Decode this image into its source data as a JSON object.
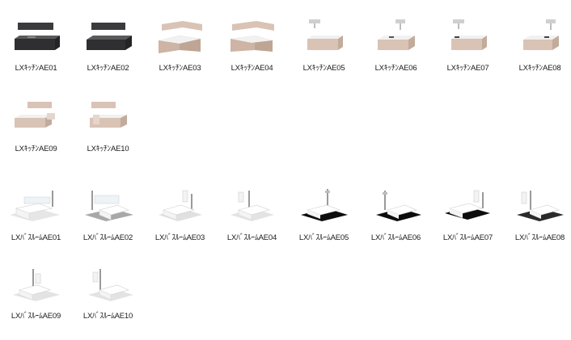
{
  "window": {
    "title": ""
  },
  "kitchen_items": [
    {
      "label": "LXｷｯﾁﾝAE01",
      "thumbnail": "dark-kitchen-thumbnail"
    },
    {
      "label": "LXｷｯﾁﾝAE02",
      "thumbnail": "dark-kitchen-thumbnail"
    },
    {
      "label": "LXｷｯﾁﾝAE03",
      "thumbnail": "l-shaped-kitchen-thumbnail"
    },
    {
      "label": "LXｷｯﾁﾝAE04",
      "thumbnail": "l-shaped-kitchen-thumbnail"
    },
    {
      "label": "LXｷｯﾁﾝAE05",
      "thumbnail": "island-kitchen-hood-thumbnail"
    },
    {
      "label": "LXｷｯﾁﾝAE06",
      "thumbnail": "island-kitchen-hood-thumbnail"
    },
    {
      "label": "LXｷｯﾁﾝAE07",
      "thumbnail": "island-kitchen-hood-thumbnail"
    },
    {
      "label": "LXｷｯﾁﾝAE08",
      "thumbnail": "island-kitchen-hood-thumbnail"
    },
    {
      "label": "LXｷｯﾁﾝAE09",
      "thumbnail": "peninsula-kitchen-thumbnail"
    },
    {
      "label": "LXｷｯﾁﾝAE10",
      "thumbnail": "peninsula-kitchen-thumbnail"
    }
  ],
  "bathroom_items": [
    {
      "label": "LXﾊﾞｽﾙｰﾑAE01",
      "thumbnail": "white-bathroom-thumbnail"
    },
    {
      "label": "LXﾊﾞｽﾙｰﾑAE02",
      "thumbnail": "grey-bathroom-thumbnail"
    },
    {
      "label": "LXﾊﾞｽﾙｰﾑAE03",
      "thumbnail": "white-bathroom-thumbnail"
    },
    {
      "label": "LXﾊﾞｽﾙｰﾑAE04",
      "thumbnail": "white-bathroom-thumbnail"
    },
    {
      "label": "LXﾊﾞｽﾙｰﾑAE05",
      "thumbnail": "black-bathroom-thumbnail"
    },
    {
      "label": "LXﾊﾞｽﾙｰﾑAE06",
      "thumbnail": "black-bathroom-thumbnail"
    },
    {
      "label": "LXﾊﾞｽﾙｰﾑAE07",
      "thumbnail": "black-bathroom-thumbnail"
    },
    {
      "label": "LXﾊﾞｽﾙｰﾑAE08",
      "thumbnail": "dark-grey-bathroom-thumbnail"
    },
    {
      "label": "LXﾊﾞｽﾙｰﾑAE09",
      "thumbnail": "white-bathroom-thumbnail"
    },
    {
      "label": "LXﾊﾞｽﾙｰﾑAE10",
      "thumbnail": "white-bathroom-thumbnail"
    }
  ],
  "colors": {
    "background": "#ffffff",
    "label_text": "#1a1a1a",
    "cabinet_dark": "#3b3b3e",
    "cabinet_wood": "#d9c3b5",
    "counter_white": "#f1f1f1",
    "floor_black": "#0d0d0d",
    "floor_grey": "#a8a8a8"
  }
}
